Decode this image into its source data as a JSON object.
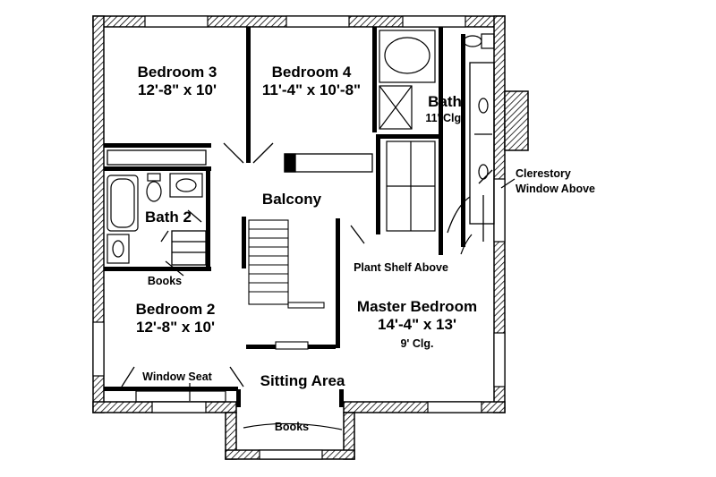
{
  "rooms": {
    "bedroom3": {
      "name": "Bedroom 3",
      "size": "12'-8\" x 10'"
    },
    "bedroom4": {
      "name": "Bedroom 4",
      "size": "11'-4\" x 10'-8\""
    },
    "bath": {
      "name": "Bath",
      "note": "11' Clg."
    },
    "bath2": {
      "name": "Bath 2"
    },
    "balcony": {
      "name": "Balcony"
    },
    "bedroom2": {
      "name": "Bedroom 2",
      "size": "12'-8\" x 10'"
    },
    "master": {
      "name": "Master Bedroom",
      "size": "14'-4\" x 13'",
      "note": "9' Clg."
    },
    "sitting": {
      "name": "Sitting Area"
    }
  },
  "annotations": {
    "clerestory_line1": "Clerestory",
    "clerestory_line2": "Window Above",
    "plant_shelf": "Plant Shelf Above",
    "books_bath": "Books",
    "window_seat": "Window Seat",
    "books_sitting": "Books"
  },
  "colors": {
    "ink": "#000000",
    "paper": "#ffffff"
  }
}
